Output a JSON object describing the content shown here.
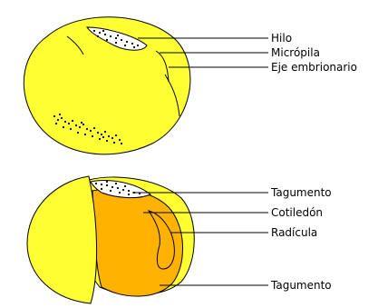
{
  "colors": {
    "seed_yellow": "#FFFF33",
    "cotyledon_orange": "#FFB300",
    "hilum_fill": "#FFFFFF",
    "outline": "#000000"
  },
  "top_seed": {
    "labels": {
      "hilo": "Hilo",
      "micropila": "Micrópila",
      "eje": "Eje embrionario"
    }
  },
  "bottom_seed": {
    "labels": {
      "tagumento_top": "Tagumento",
      "cotiledon": "Cotiledón",
      "radicula": "Radícula",
      "tagumento_bottom": "Tagumento"
    }
  }
}
